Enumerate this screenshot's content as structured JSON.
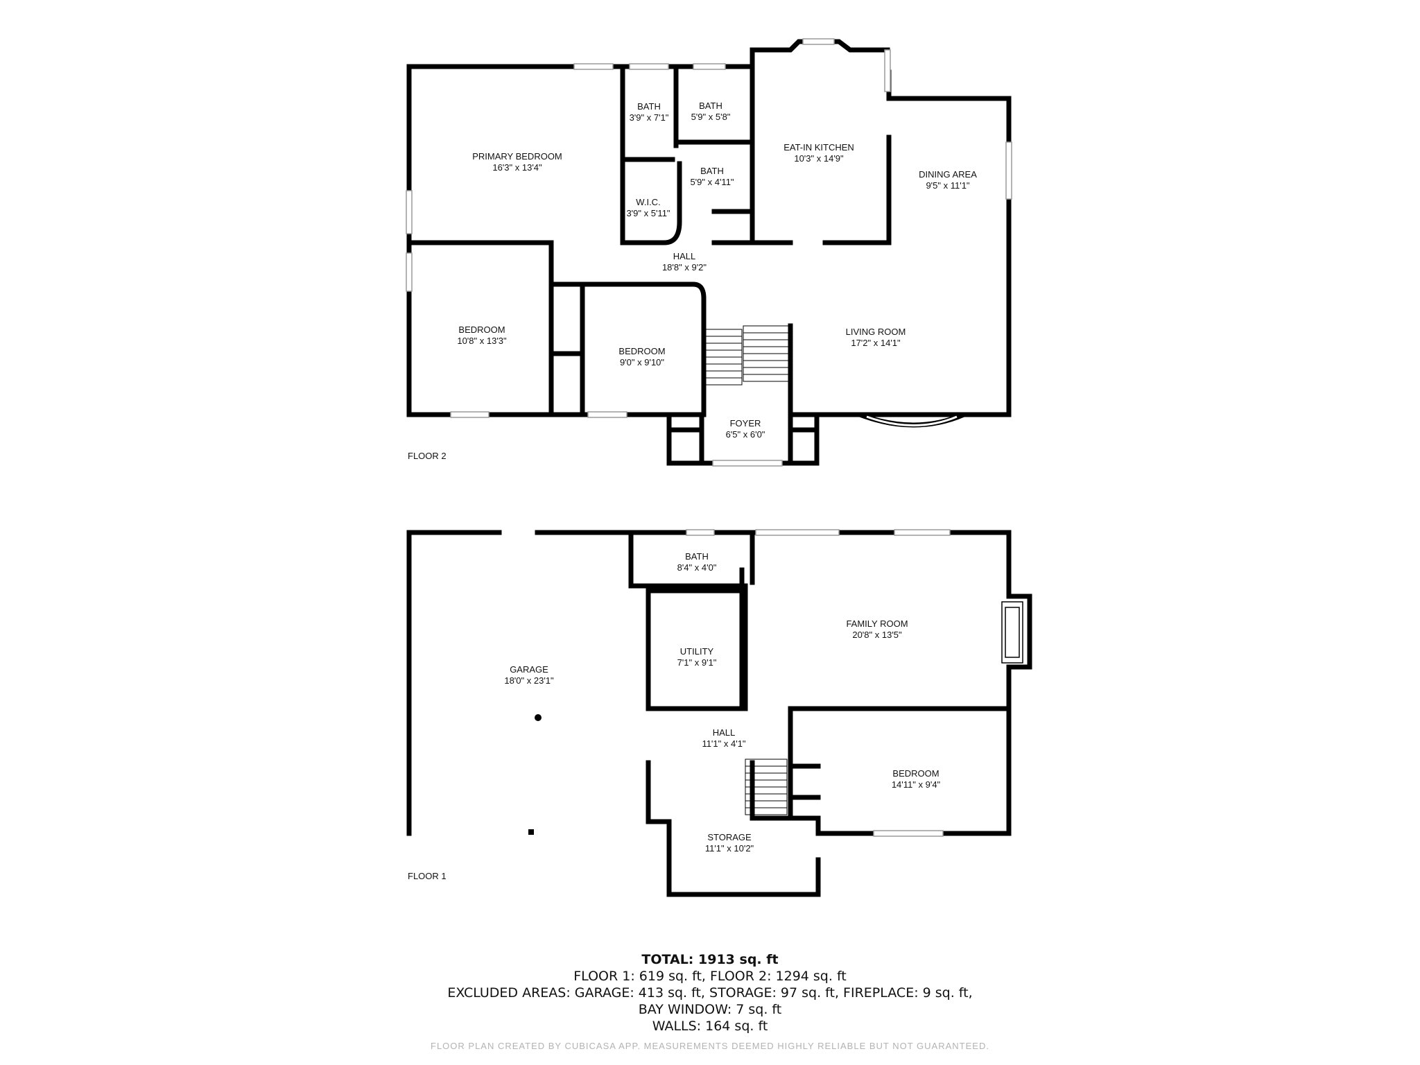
{
  "floor2": {
    "label": "FLOOR 2",
    "rooms": {
      "primary_bedroom": {
        "name": "PRIMARY BEDROOM",
        "dims": "16'3\" x 13'4\""
      },
      "bath_a": {
        "name": "BATH",
        "dims": "3'9\" x 7'1\""
      },
      "bath_b": {
        "name": "BATH",
        "dims": "5'9\" x 5'8\""
      },
      "bath_c": {
        "name": "BATH",
        "dims": "5'9\" x 4'11\""
      },
      "wic": {
        "name": "W.I.C.",
        "dims": "3'9\" x 5'11\""
      },
      "kitchen": {
        "name": "EAT-IN KITCHEN",
        "dims": "10'3\" x 14'9\""
      },
      "dining": {
        "name": "DINING AREA",
        "dims": "9'5\" x 11'1\""
      },
      "hall": {
        "name": "HALL",
        "dims": "18'8\" x 9'2\""
      },
      "bedroom_a": {
        "name": "BEDROOM",
        "dims": "10'8\" x 13'3\""
      },
      "bedroom_b": {
        "name": "BEDROOM",
        "dims": "9'0\" x 9'10\""
      },
      "living": {
        "name": "LIVING ROOM",
        "dims": "17'2\" x 14'1\""
      },
      "foyer": {
        "name": "FOYER",
        "dims": "6'5\" x 6'0\""
      }
    }
  },
  "floor1": {
    "label": "FLOOR 1",
    "rooms": {
      "garage": {
        "name": "GARAGE",
        "dims": "18'0\" x 23'1\""
      },
      "bath": {
        "name": "BATH",
        "dims": "8'4\" x 4'0\""
      },
      "utility": {
        "name": "UTILITY",
        "dims": "7'1\" x 9'1\""
      },
      "family": {
        "name": "FAMILY ROOM",
        "dims": "20'8\" x 13'5\""
      },
      "hall": {
        "name": "HALL",
        "dims": "11'1\" x 4'1\""
      },
      "bedroom": {
        "name": "BEDROOM",
        "dims": "14'11\" x 9'4\""
      },
      "storage": {
        "name": "STORAGE",
        "dims": "11'1\" x 10'2\""
      }
    }
  },
  "summary": {
    "total": "TOTAL: 1913 sq. ft",
    "floors": "FLOOR 1: 619 sq. ft, FLOOR 2: 1294 sq. ft",
    "excluded": "EXCLUDED AREAS: GARAGE: 413 sq. ft, STORAGE: 97 sq. ft, FIREPLACE: 9 sq. ft,",
    "bay": "BAY WINDOW: 7 sq. ft",
    "walls": "WALLS: 164 sq. ft"
  },
  "credit": "FLOOR PLAN CREATED BY CUBICASA APP. MEASUREMENTS DEEMED HIGHLY RELIABLE BUT NOT GUARANTEED.",
  "colors": {
    "wall": "#000000",
    "window": "#ffffff",
    "window_line": "#9a9a9a",
    "text": "#111111",
    "credit": "#b3b3b3"
  }
}
